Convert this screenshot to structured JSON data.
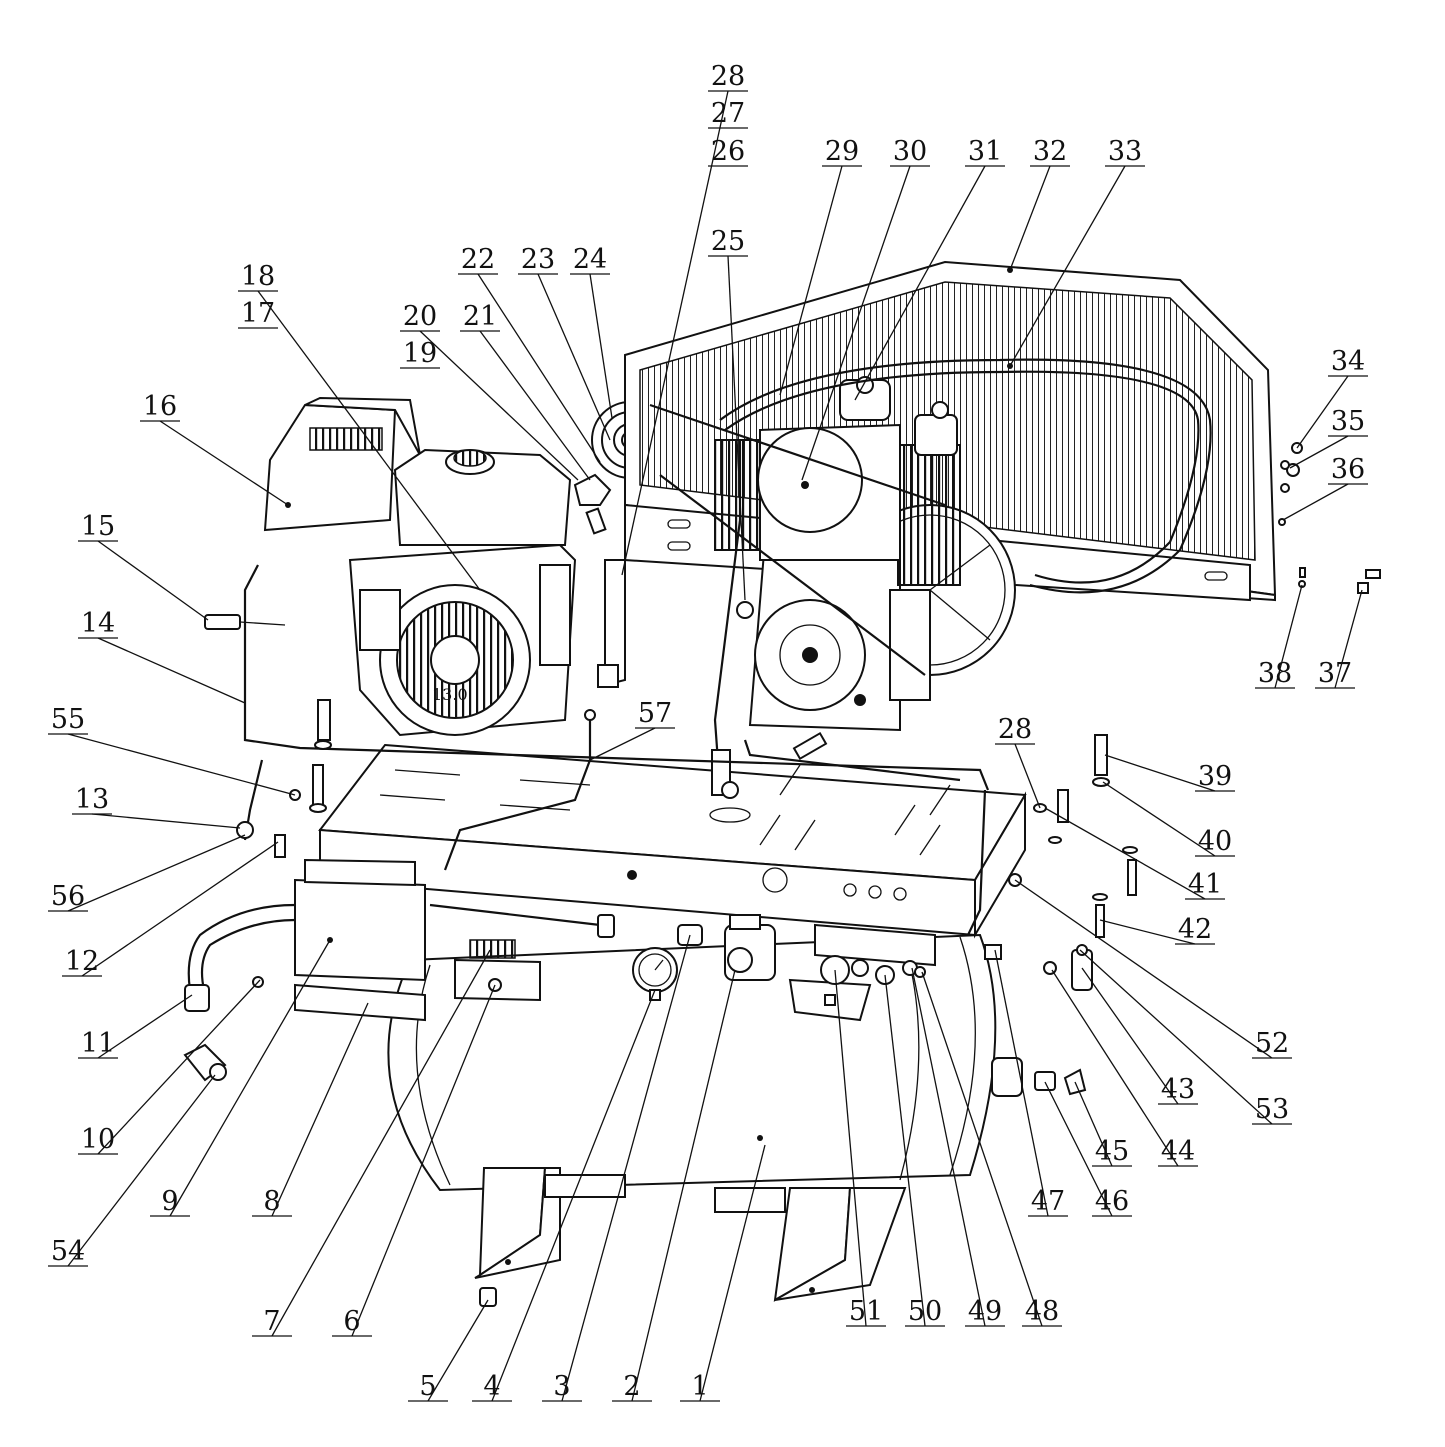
{
  "diagram": {
    "type": "exploded parts diagram",
    "subject": "engine-driven air compressor",
    "engine_badge": "13.0",
    "callouts": [
      "1",
      "2",
      "3",
      "4",
      "5",
      "6",
      "7",
      "8",
      "9",
      "10",
      "11",
      "12",
      "13",
      "14",
      "15",
      "16",
      "17",
      "18",
      "19",
      "20",
      "21",
      "22",
      "23",
      "24",
      "25",
      "26",
      "27",
      "28",
      "29",
      "30",
      "31",
      "32",
      "33",
      "34",
      "35",
      "36",
      "37",
      "38",
      "39",
      "40",
      "41",
      "42",
      "43",
      "44",
      "45",
      "46",
      "47",
      "48",
      "49",
      "50",
      "51",
      "52",
      "53",
      "54",
      "55",
      "56",
      "57"
    ],
    "extra_callouts": [
      "28"
    ]
  }
}
